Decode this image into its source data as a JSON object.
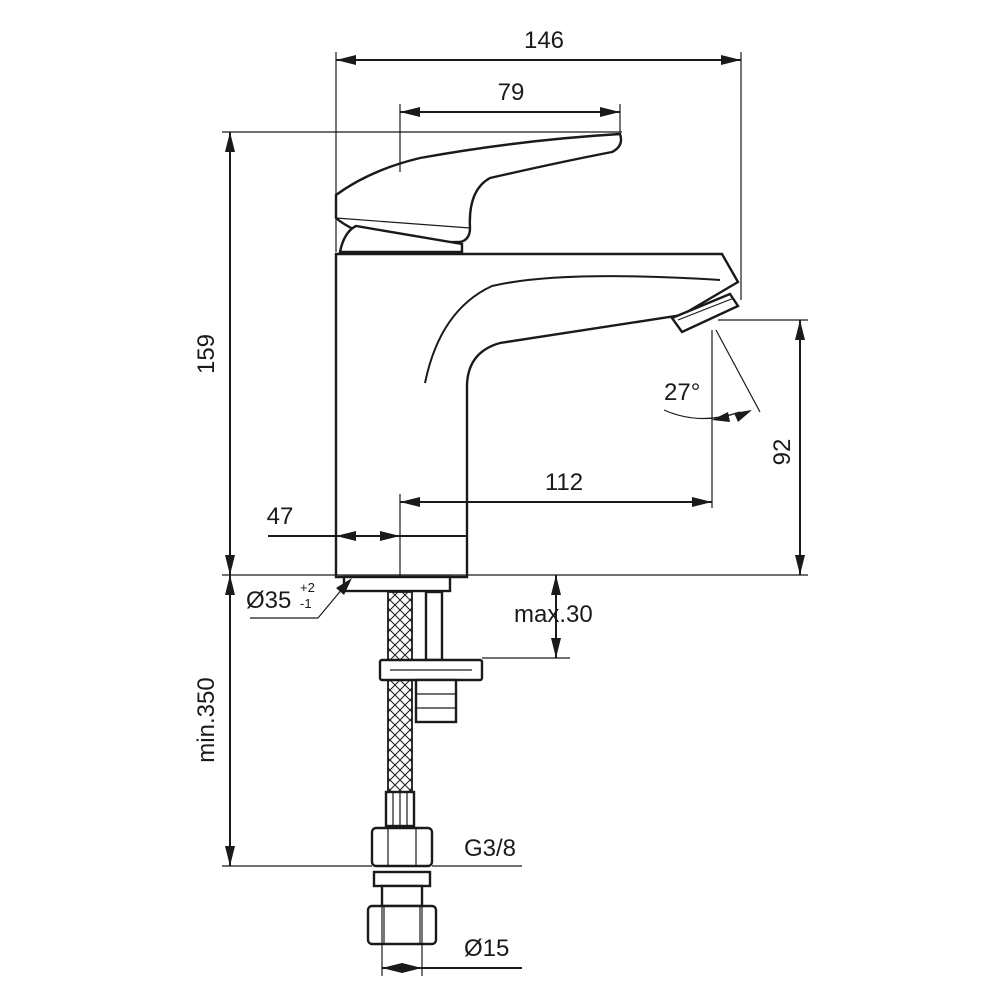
{
  "dimensions": {
    "total_width": "146",
    "lever_length": "79",
    "total_height": "159",
    "spout_reach": "112",
    "spout_height": "92",
    "spray_angle": "27°",
    "axis_offset": "47",
    "hole_diameter": "Ø35",
    "hole_tol_plus": "+2",
    "hole_tol_minus": "-1",
    "max_thickness": "max.30",
    "hose_length": "min.350",
    "thread": "G3/8",
    "connection_diameter": "Ø15"
  }
}
